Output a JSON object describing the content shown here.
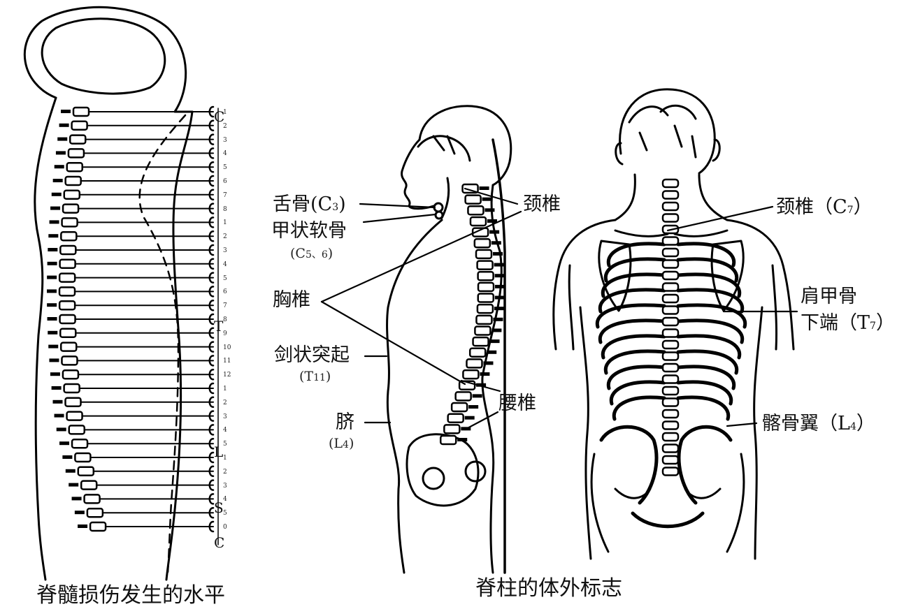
{
  "captions": {
    "left": "脊髓损伤发生的水平",
    "right": "脊柱的体外标志"
  },
  "side_view_labels": {
    "hyoid": "舌骨(C",
    "hyoid_num": "3",
    "hyoid_close": ")",
    "thyroid_cartilage": "甲状软骨",
    "thyroid_level_open": "(C",
    "thyroid_level_num": "5、6",
    "thyroid_level_close": ")",
    "cervical": "颈椎",
    "thoracic": "胸椎",
    "xiphoid": "剑状突起",
    "xiphoid_level_open": "(T",
    "xiphoid_level_num": "11",
    "xiphoid_level_close": ")",
    "lumbar": "腰椎",
    "navel": "脐",
    "navel_level_open": "(L",
    "navel_level_num": "4",
    "navel_level_close": ")"
  },
  "back_view_labels": {
    "cervical_c7": "颈椎（C",
    "cervical_c7_num": "7",
    "cervical_c7_close": "）",
    "scapula_line1": "肩甲骨",
    "scapula_line2": "下端（T",
    "scapula_num": "7",
    "scapula_close": "）",
    "iliac_wing": "髂骨翼（L",
    "iliac_num": "4",
    "iliac_close": "）"
  },
  "segment_markers": {
    "letters": [
      "C",
      "T",
      "L",
      "S",
      "C"
    ],
    "numbers": [
      "1",
      "2",
      "3",
      "4",
      "5",
      "6",
      "7",
      "8",
      "1",
      "2",
      "3",
      "4",
      "5",
      "6",
      "7",
      "8",
      "9",
      "10",
      "11",
      "12",
      "1",
      "2",
      "3",
      "4",
      "5",
      "1",
      "2",
      "3",
      "4",
      "5",
      "0"
    ]
  }
}
